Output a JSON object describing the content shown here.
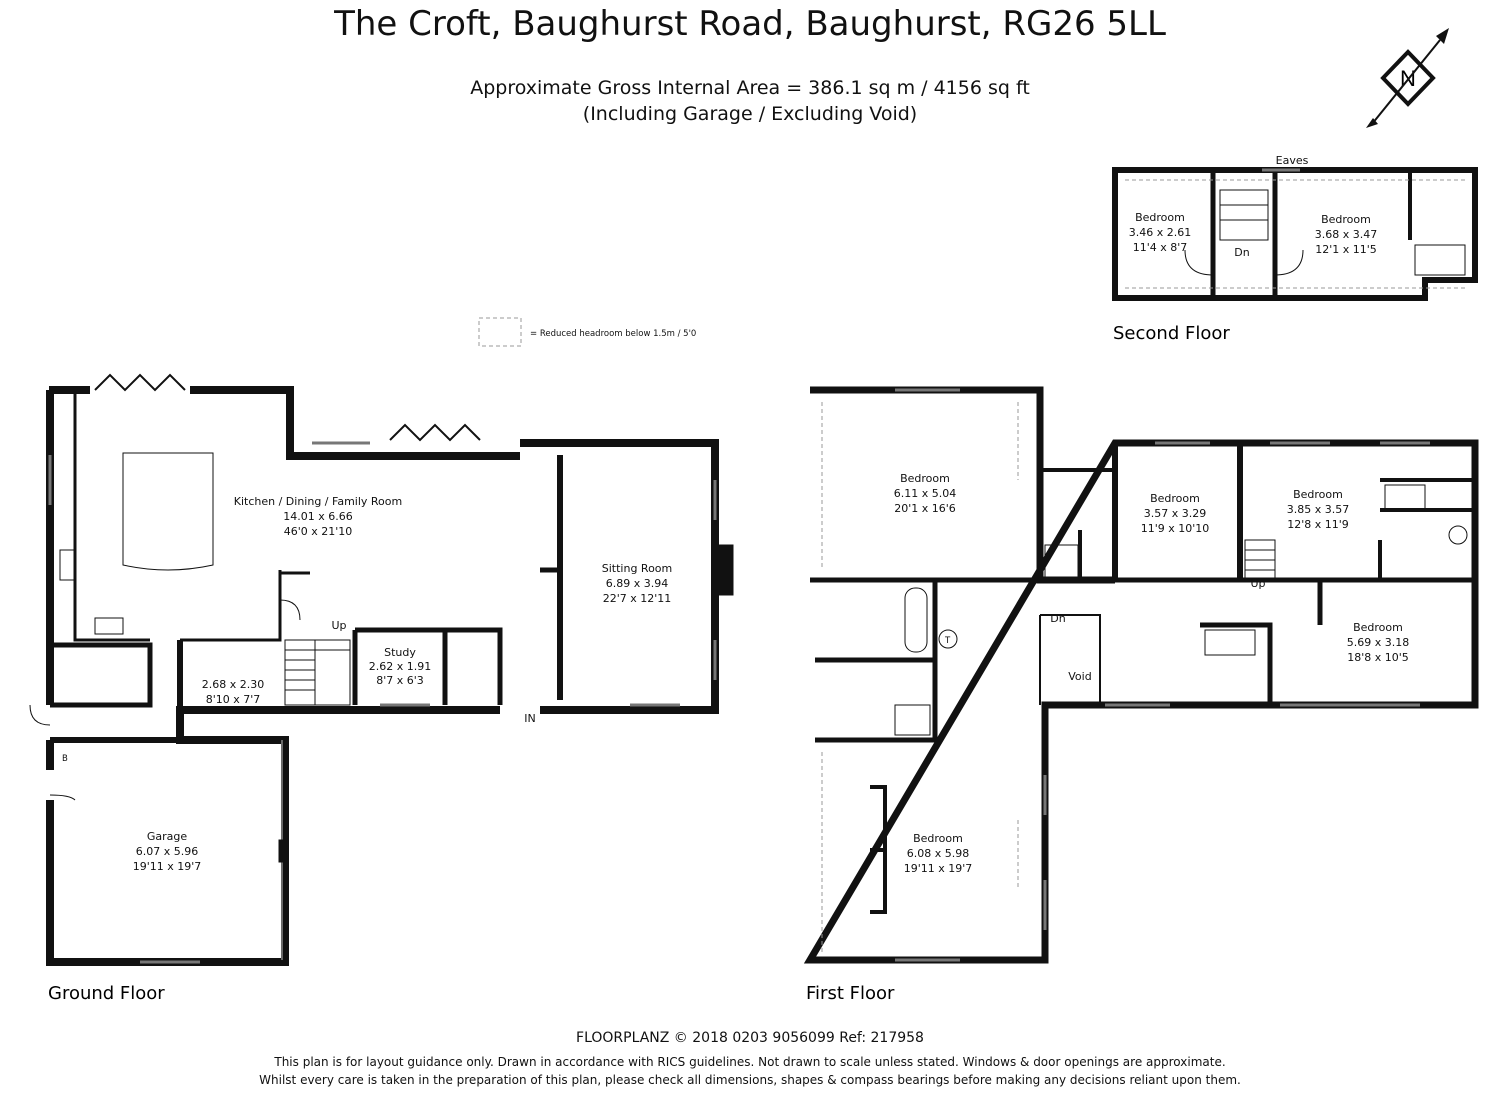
{
  "header": {
    "title": "The Croft, Baughurst Road, Baughurst, RG26 5LL",
    "area_line1": "Approximate Gross Internal Area = 386.1 sq m / 4156 sq ft",
    "area_line2": "(Including Garage / Excluding Void)"
  },
  "compass": {
    "letter": "N",
    "icon": "north-compass-icon"
  },
  "legend": {
    "text": "= Reduced headroom below 1.5m / 5'0"
  },
  "floors": {
    "ground": "Ground Floor",
    "first": "First Floor",
    "second": "Second Floor"
  },
  "rooms": {
    "kitchen": {
      "name": "Kitchen / Dining / Family Room",
      "metric": "14.01 x 6.66",
      "imperial": "46'0 x 21'10"
    },
    "sitting": {
      "name": "Sitting Room",
      "metric": "6.89 x 3.94",
      "imperial": "22'7 x 12'11"
    },
    "study": {
      "name": "Study",
      "metric": "2.62 x 1.91",
      "imperial": "8'7 x 6'3"
    },
    "utility": {
      "metric": "2.68 x 2.30",
      "imperial": "8'10 x 7'7"
    },
    "garage": {
      "name": "Garage",
      "metric": "6.07 x 5.96",
      "imperial": "19'11 x 19'7"
    },
    "bed1": {
      "name": "Bedroom",
      "metric": "6.11 x 5.04",
      "imperial": "20'1 x 16'6"
    },
    "bed2": {
      "name": "Bedroom",
      "metric": "3.57 x 3.29",
      "imperial": "11'9 x 10'10"
    },
    "bed3": {
      "name": "Bedroom",
      "metric": "3.85 x 3.57",
      "imperial": "12'8 x 11'9"
    },
    "bed4": {
      "name": "Bedroom",
      "metric": "5.69 x 3.18",
      "imperial": "18'8 x 10'5"
    },
    "bed5": {
      "name": "Bedroom",
      "metric": "6.08 x 5.98",
      "imperial": "19'11 x 19'7"
    },
    "bed6": {
      "name": "Bedroom",
      "metric": "3.46 x 2.61",
      "imperial": "11'4 x 8'7"
    },
    "bed7": {
      "name": "Bedroom",
      "metric": "3.68 x 3.47",
      "imperial": "12'1 x 11'5"
    }
  },
  "labels": {
    "up": "Up",
    "up_first": "Up",
    "dn_first": "Dn",
    "dn_second": "Dn",
    "void": "Void",
    "in": "IN",
    "eaves": "Eaves",
    "boiler": "B",
    "tank": "T"
  },
  "footer": {
    "company": "FLOORPLANZ © 2018   0203 9056099   Ref: 217958",
    "disclaimer1": "This plan is for layout guidance only. Drawn in accordance with RICS guidelines. Not drawn to scale unless stated. Windows & door openings are approximate.",
    "disclaimer2": "Whilst every care is taken in the preparation of this plan, please check all dimensions, shapes & compass bearings before making any decisions reliant upon them."
  }
}
